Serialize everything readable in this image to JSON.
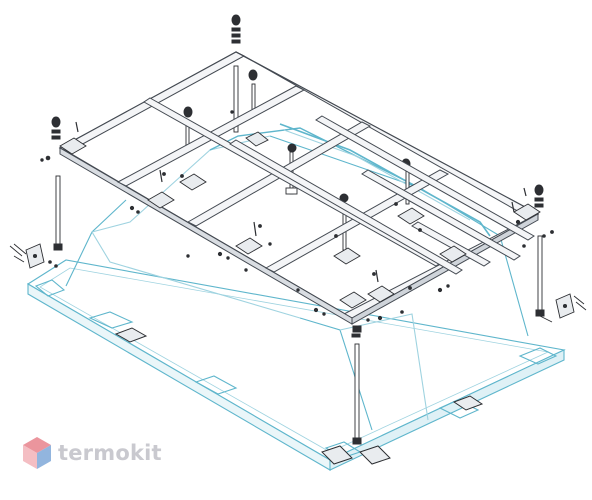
{
  "diagram": {
    "colors": {
      "frame": "#444a52",
      "frame_fill": "#f4f5f7",
      "tub": "#5fb6cc",
      "tub_light": "#c6e7ef",
      "hardware": "#2d2f33",
      "watermark_red": "#e8828c",
      "watermark_blue": "#7fa8d8"
    },
    "components": [
      "steel-frame",
      "bathtub-shell",
      "adjustable-legs",
      "wall-brackets",
      "bolts-and-nuts"
    ]
  },
  "watermark": {
    "brand": "termokit",
    "icon": "cube-logo-icon"
  }
}
